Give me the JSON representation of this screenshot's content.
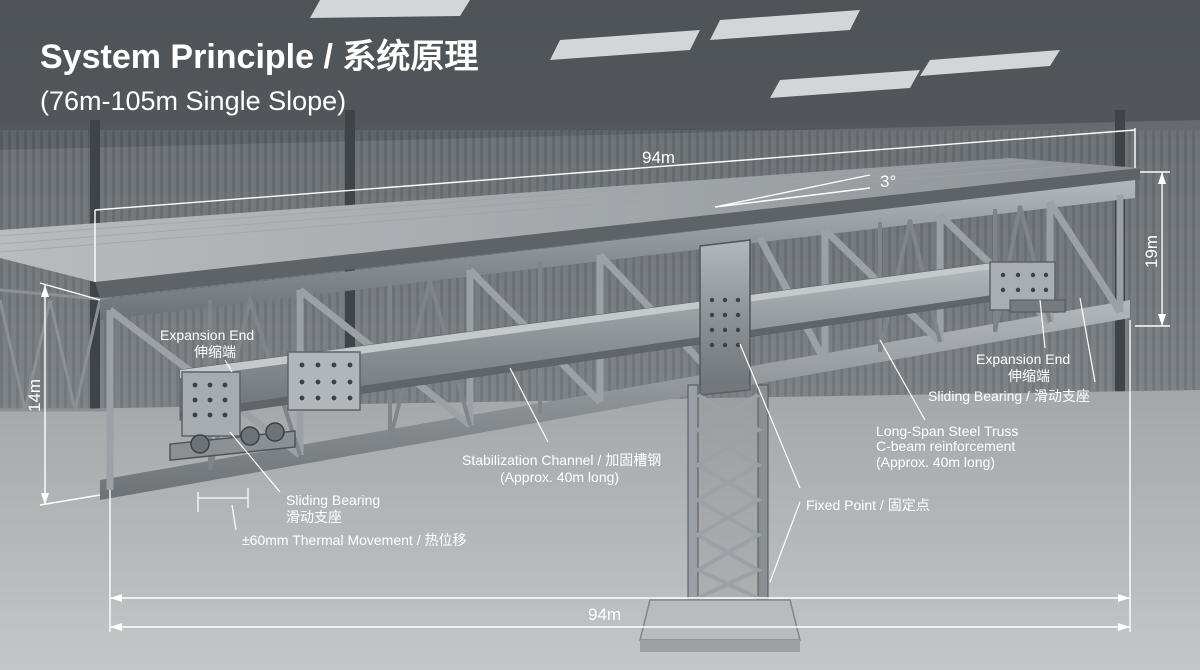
{
  "header": {
    "title": "System Principle / 系统原理",
    "subtitle": "(76m-105m Single Slope)"
  },
  "dimensions": {
    "top_span": "94m",
    "bottom_span": "94m",
    "right_height": "19m",
    "left_height": "14m",
    "slope_angle": "3°"
  },
  "annotations": {
    "expansion_end_left": {
      "en": "Expansion End",
      "zh": "伸缩端"
    },
    "sliding_bearing_left": {
      "en": "Sliding Bearing",
      "zh": "滑动支座"
    },
    "thermal_movement": "±60mm Thermal Movement / 热位移",
    "stabilization_channel": {
      "line1": "Stabilization Channel / 加固槽钢",
      "line2": "(Approx. 40m long)"
    },
    "fixed_point": "Fixed Point / 固定点",
    "long_span_truss": {
      "line1": "Long-Span Steel Truss",
      "line2": "C-beam reinforcement",
      "line3": "(Approx. 40m long)"
    },
    "expansion_end_right": {
      "en": "Expansion End",
      "zh": "伸缩端"
    },
    "sliding_bearing_right": "Sliding Bearing / 滑动支座"
  },
  "colors": {
    "steel": "#9aa0a5",
    "steel_dark": "#5d6368",
    "floor": "#aeb1b3",
    "wall": "#6f7478",
    "annotation_text": "#ffffff",
    "label_text": "#1c1f22"
  }
}
